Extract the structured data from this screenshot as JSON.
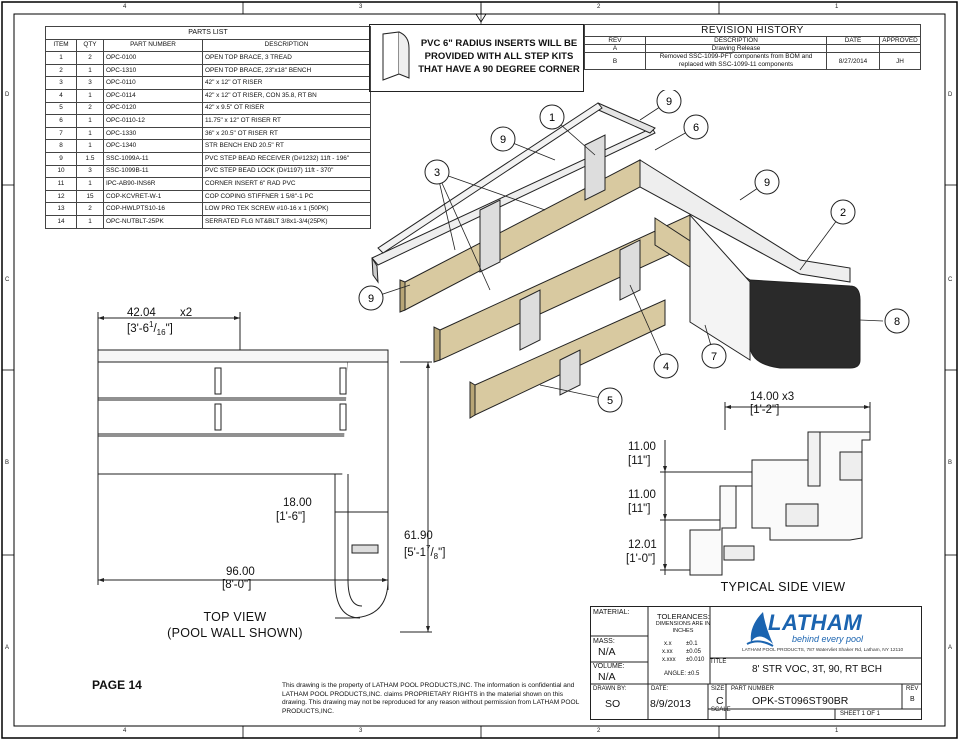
{
  "parts_list": {
    "title": "PARTS LIST",
    "headers": [
      "ITEM",
      "QTY",
      "PART NUMBER",
      "DESCRIPTION"
    ],
    "rows": [
      [
        "1",
        "2",
        "OPC-0100",
        "OPEN TOP BRACE, 3 TREAD"
      ],
      [
        "2",
        "1",
        "OPC-1310",
        "OPEN TOP BRACE, 23\"x18\" BENCH"
      ],
      [
        "3",
        "3",
        "OPC-0110",
        "42\" x 12\" OT RISER"
      ],
      [
        "4",
        "1",
        "OPC-0114",
        "42\" x 12\" OT RISER, CON 35.8, RT BN"
      ],
      [
        "5",
        "2",
        "OPC-0120",
        "42\" x 9.5\" OT RISER"
      ],
      [
        "6",
        "1",
        "OPC-0110-12",
        "11.75\" x 12\" OT RISER RT"
      ],
      [
        "7",
        "1",
        "OPC-1330",
        "36\" x 20.5\" OT RISER RT"
      ],
      [
        "8",
        "1",
        "OPC-1340",
        "STR BENCH END 20.5\" RT"
      ],
      [
        "9",
        "1.5",
        "SSC-1099A-11",
        "PVC STEP BEAD RECEIVER (D#1232) 11ft - 196\""
      ],
      [
        "10",
        "3",
        "SSC-1099B-11",
        "PVC STEP BEAD LOCK (D#1197) 11ft - 370\""
      ],
      [
        "11",
        "1",
        "IPC-AB90-INS6R",
        "CORNER INSERT 6\" RAD PVC"
      ],
      [
        "12",
        "15",
        "COP-KCVRET-W-1",
        "COP COPING STIFFNER 1 5/8\"-1 PC"
      ],
      [
        "13",
        "2",
        "COP-HWLPTS10-16",
        "LOW PRO TEK SCREW #10-16 x 1 (50PK)"
      ],
      [
        "14",
        "1",
        "OPC-NUTBLT-25PK",
        "SERRATED FLG NT&BLT 3/8x1-3/4(25PK)"
      ]
    ]
  },
  "notice": {
    "line1": "PVC 6\" RADIUS INSERTS WILL BE",
    "line2": "PROVIDED WITH ALL STEP KITS",
    "line3": "THAT HAVE A 90 DEGREE CORNER"
  },
  "revision_history": {
    "title": "REVISION HISTORY",
    "headers": [
      "REV",
      "DESCRIPTION",
      "DATE",
      "APPROVED"
    ],
    "rows": [
      {
        "rev": "A",
        "desc": "Drawing Release",
        "date": "",
        "approved": ""
      },
      {
        "rev": "B",
        "desc": "Removed SSC-1099-PFT components from BOM and replaced with SSC-1099-11 components",
        "date": "8/27/2014",
        "approved": "JH"
      }
    ]
  },
  "zones": {
    "top": [
      "4",
      "3",
      "2",
      "1"
    ],
    "side": [
      "D",
      "C",
      "B",
      "A"
    ]
  },
  "callouts": [
    "1",
    "2",
    "3",
    "4",
    "5",
    "6",
    "7",
    "8",
    "9"
  ],
  "top_view": {
    "dim_width": "42.04",
    "dim_width_sub": "[3'-6",
    "dim_width_frac_num": "1",
    "dim_width_frac_den": "16",
    "dim_width_close": "\"]",
    "dim_width_x": "x2",
    "dim_bench": "18.00",
    "dim_bench_sub": "[1'-6\"]",
    "dim_len": "96.00",
    "dim_len_sub": "[8'-0\"]",
    "dim_depth": "61.90",
    "dim_depth_sub": "[5'-1",
    "dim_depth_frac_num": "7",
    "dim_depth_frac_den": "8",
    "dim_depth_close": "\"]",
    "caption1": "TOP VIEW",
    "caption2": "(POOL WALL SHOWN)"
  },
  "side_view": {
    "dim_tread": "14.00 x3",
    "dim_tread_sub": "[1'-2\"]",
    "dim_r1": "11.00",
    "dim_r1_sub": "[11\"]",
    "dim_r2": "11.00",
    "dim_r2_sub": "[11\"]",
    "dim_r3": "12.01",
    "dim_r3_sub": "[1'-0\"]",
    "caption": "TYPICAL SIDE VIEW"
  },
  "page_label": "PAGE 14",
  "disclaimer": "This drawing is the property of LATHAM POOL PRODUCTS,INC. The information is confidential and LATHAM POOL PRODUCTS,INC. claims PROPRIETARY RIGHTS in the material shown on this drawing. This drawing may not be reproduced for any reason without permission from LATHAM POOL PRODUCTS,INC.",
  "title_block": {
    "material_label": "MATERIAL:",
    "mass_label": "MASS:",
    "mass_value": "N/A",
    "volume_label": "VOLUME:",
    "volume_value": "N/A",
    "drawn_by_label": "DRAWN BY:",
    "drawn_by": "SO",
    "date_label": "DATE:",
    "date": "8/9/2013",
    "tolerances_title": "TOLERANCES:",
    "tolerances_sub1": "DIMENSIONS ARE IN",
    "tolerances_sub2": "INCHES",
    "tol_rows": [
      [
        "x.x",
        "±0.1"
      ],
      [
        "x.xx",
        "±0.05"
      ],
      [
        "x.xxx",
        "±0.010"
      ]
    ],
    "angle": "ANGLE: ±0.5",
    "logo_text": "LATHAM",
    "logo_tagline": "behind every pool",
    "address": "LATHAM POOL PRODUCTS, 787 Watervliet Shaker Rd, Latham, NY 12110",
    "title_label": "TITLE",
    "title": "8' STR VOC, 3T, 90, RT BCH",
    "size_label": "SIZE",
    "size": "C",
    "part_number_label": "PART NUMBER",
    "part_number": "OPK-ST096ST90BR",
    "rev_label": "REV",
    "rev": "B",
    "scale_label": "SCALE",
    "sheet": "SHEET 1 OF 1"
  },
  "colors": {
    "wood": "#d8c9a0",
    "wood_dark": "#b7a576",
    "line": "#222",
    "steel": "#555",
    "bench_end": "#2a2a2a",
    "logo_blue": "#1b64b0"
  }
}
